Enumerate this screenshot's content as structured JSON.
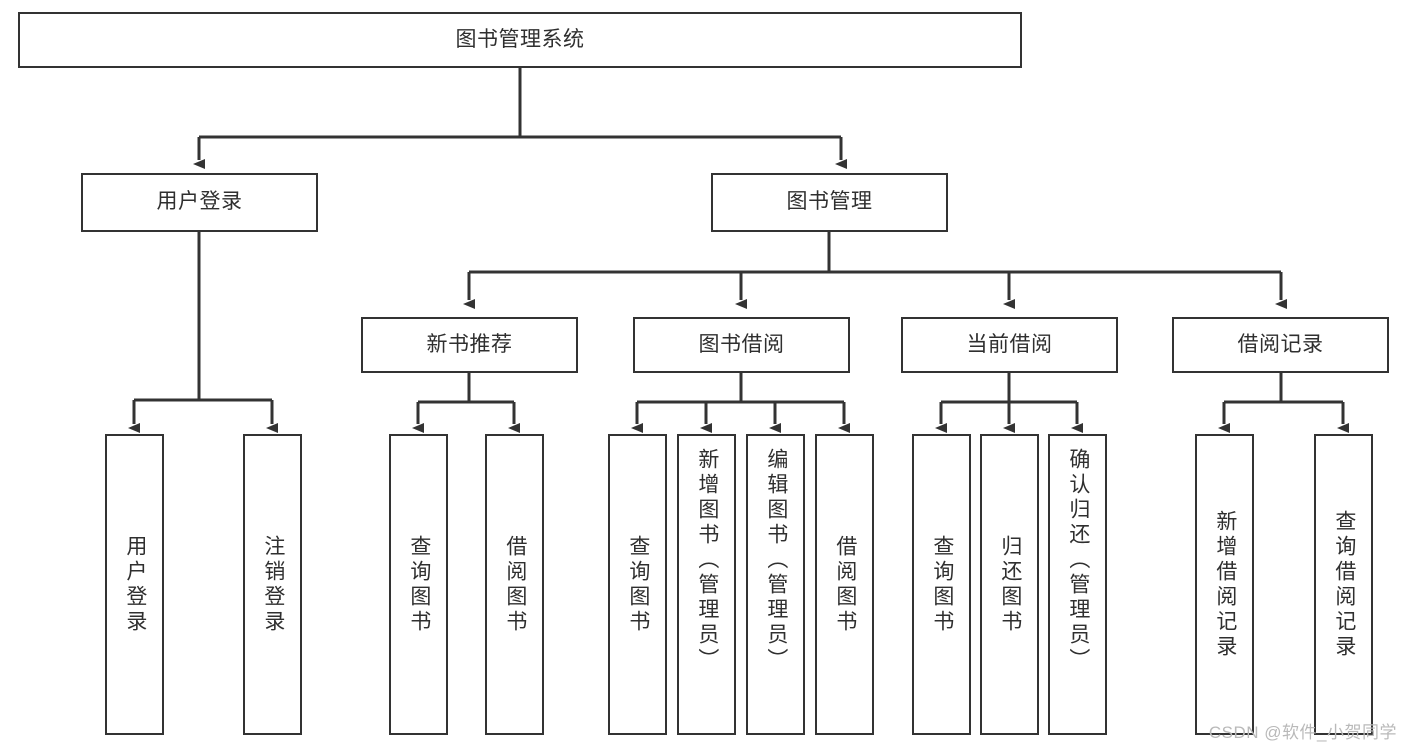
{
  "diagram": {
    "title": "图书管理系统",
    "type": "tree",
    "watermark": "CSDN @软件_小贺同学",
    "colors": {
      "box_border": "#333333",
      "box_fill": "#ffffff",
      "text": "#2f2f2f",
      "edge": "#333333",
      "watermark": "#b9b9b9",
      "background": "#ffffff"
    },
    "levels": {
      "root": {
        "label": "图书管理系统"
      },
      "level2": [
        {
          "id": "user-login",
          "label": "用户登录"
        },
        {
          "id": "book-management",
          "label": "图书管理"
        }
      ],
      "level3": [
        {
          "id": "new-book-recommend",
          "label": "新书推荐",
          "parent": "book-management"
        },
        {
          "id": "book-borrow",
          "label": "图书借阅",
          "parent": "book-management"
        },
        {
          "id": "current-borrow",
          "label": "当前借阅",
          "parent": "book-management"
        },
        {
          "id": "borrow-record",
          "label": "借阅记录",
          "parent": "book-management"
        }
      ],
      "leaves": [
        {
          "id": "leaf-user-login",
          "label": "用户登录",
          "parent": "user-login"
        },
        {
          "id": "leaf-logout-login",
          "label": "注销登录",
          "parent": "user-login"
        },
        {
          "id": "leaf-query-book-1",
          "label": "查询图书",
          "parent": "new-book-recommend"
        },
        {
          "id": "leaf-borrow-book-1",
          "label": "借阅图书",
          "parent": "new-book-recommend"
        },
        {
          "id": "leaf-query-book-2",
          "label": "查询图书",
          "parent": "book-borrow"
        },
        {
          "id": "leaf-add-book",
          "label": "新增图书（管理员）",
          "parent": "book-borrow"
        },
        {
          "id": "leaf-edit-book",
          "label": "编辑图书（管理员）",
          "parent": "book-borrow"
        },
        {
          "id": "leaf-borrow-book-2",
          "label": "借阅图书",
          "parent": "book-borrow"
        },
        {
          "id": "leaf-query-book-3",
          "label": "查询图书",
          "parent": "current-borrow"
        },
        {
          "id": "leaf-return-book",
          "label": "归还图书",
          "parent": "current-borrow"
        },
        {
          "id": "leaf-confirm-return",
          "label": "确认归还（管理员）",
          "parent": "current-borrow"
        },
        {
          "id": "leaf-add-record",
          "label": "新增借阅记录",
          "parent": "borrow-record"
        },
        {
          "id": "leaf-query-record",
          "label": "查询借阅记录",
          "parent": "borrow-record"
        }
      ]
    }
  }
}
